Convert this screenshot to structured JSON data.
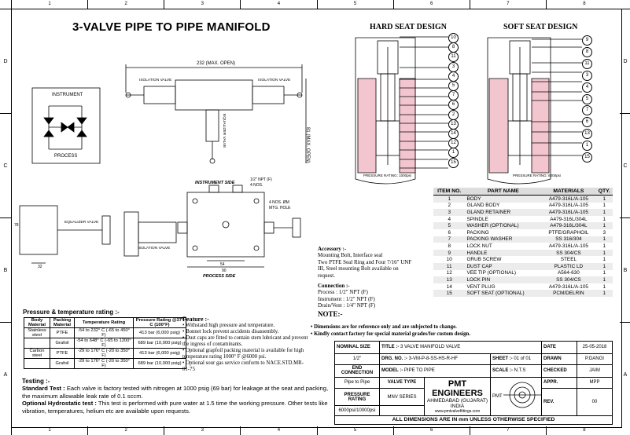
{
  "zones": {
    "columns": [
      "1",
      "2",
      "3",
      "4",
      "5",
      "6",
      "7",
      "8"
    ],
    "rows": [
      "D",
      "C",
      "B",
      "A"
    ]
  },
  "title": "3-VALVE PIPE TO PIPE MANIFOLD",
  "views": {
    "hard_seat": "HARD SEAT DESIGN",
    "soft_seat": "SOFT SEAT DESIGN",
    "hard_rating": "PRESSURE RATING: 1000psi",
    "soft_rating": "PRESSURE RATING: 6000psi",
    "hard_balloons": [
      "10",
      "8",
      "11",
      "3",
      "4",
      "5",
      "7",
      "6",
      "2",
      "13",
      "14",
      "12",
      "1",
      "15"
    ],
    "soft_balloons": [
      "9",
      "8",
      "11",
      "3",
      "4",
      "5",
      "7",
      "6",
      "13",
      "1",
      "15"
    ],
    "instrument": "INSTRUMENT",
    "process": "PROCESS",
    "dim_232": "232 (MAX. OPEN)",
    "dim_81": "81 (MAX. OPEN)",
    "isolation_valve": "ISOLATION VALVE",
    "equalizer_valve": "EQUALIZER VALVE",
    "instrument_side": "INSTRUMENT SIDE",
    "process_side": "PROCESS SIDE",
    "npt_note": "1/2\" NPT (F)",
    "npt_holes": "4 NOS.",
    "mtg_note": "4 NOS. ØM",
    "mtg_hole": "MTG. HOLE",
    "dim_78": "78",
    "dim_32": "32",
    "dim_54": "54",
    "dim_90": "90"
  },
  "accessory": {
    "heading": "Accessory :-",
    "lines": [
      "Mounting Bolt, Interface seal",
      "Two PTFE Seal Ring and Four 7/16\" UNF",
      "III, Steel mounting Bolt available on",
      "request."
    ]
  },
  "connection": {
    "heading": "Connection :-",
    "lines": [
      "Process : 1/2\" NPT (F)",
      "Instrument : 1/2\" NPT (F)",
      "Drain/Vent : 1/4\" NPT (F)"
    ]
  },
  "note": {
    "heading": "NOTE:-",
    "lines": [
      "Dimensions are for reference only and are subjected to change.",
      "Kindly contact factory for special material grades/for custom design."
    ]
  },
  "parts": {
    "headers": [
      "ITEM NO.",
      "PART NAME",
      "MATERIALS",
      "QTY."
    ],
    "rows": [
      [
        "1",
        "BODY",
        "A479-316L/A-105",
        "1"
      ],
      [
        "2",
        "GLAND BODY",
        "A479-316L/A-105",
        "1"
      ],
      [
        "3",
        "GLAND RETAINER",
        "A479-316L/A-105",
        "1"
      ],
      [
        "4",
        "SPINDLE",
        "A479-316L/304L",
        "1"
      ],
      [
        "5",
        "WASHER (OPTIONAL)",
        "A479-316L/304L",
        "1"
      ],
      [
        "6",
        "PACKING",
        "PTFE/GRAPHOIL",
        "3"
      ],
      [
        "7",
        "PACKING WASHER",
        "SS 316/304",
        "1"
      ],
      [
        "8",
        "LOCK NUT",
        "A479-316L/A-105",
        "1"
      ],
      [
        "9",
        "HANDLE",
        "SS 304/CS",
        "1"
      ],
      [
        "10",
        "GRUB SCREW",
        "STEEL",
        "1"
      ],
      [
        "11",
        "DUST CAP",
        "PLASTIC LD",
        "1"
      ],
      [
        "12",
        "VEE TIP (OPTIONAL)",
        "A564-630",
        "1"
      ],
      [
        "13",
        "LOCK PIN",
        "SS 304/CS",
        "1"
      ],
      [
        "14",
        "VENT PLUG",
        "A479-316L/A-105",
        "1"
      ],
      [
        "15",
        "SOFT SEAT (OPTIONAL)",
        "PCM/DELRIN",
        "1"
      ]
    ]
  },
  "pressure": {
    "heading": "Pressure & temperature rating :-",
    "headers": [
      "Body Material",
      "Packing Material",
      "Temperature Rating",
      "Pressure Rating @37° C (100°F)"
    ],
    "rows": [
      [
        "Stainless steel",
        "PTFE",
        "-54 to 232° C (-65 to 450° F)",
        "413 bar (6,000 psig)"
      ],
      [
        "",
        "Grafoil",
        "-54 to 648° C (-65 to 1200° F)",
        "689 bar (10,000 psig)"
      ],
      [
        "Carbon steel",
        "PTFE",
        "-29 to 176° C (-20 to 350° F)",
        "413 bar (6,000 psig)"
      ],
      [
        "",
        "Grafoil",
        "-29 to 176° C (-20 to 350° F)",
        "689 bar (10,000 psig)"
      ]
    ]
  },
  "feature": {
    "heading": "Feature :-",
    "items": [
      "Withstand high pressure and temperature.",
      "Bonnet lock prevent accidents disassembly.",
      "Dust caps are fitted to contain stem lubricant and prevent the ingress of contaminants.",
      "Optional grapfoil packing material is available for high temperature rating 1000° F @6000 psi.",
      "Optional sour gas service conform to NACE.STD.MR-01-75"
    ]
  },
  "testing": {
    "heading": "Testing :-",
    "standard_label": "Standard Test :",
    "standard_text": "Each valve is factory tested with nitrogen at 1000 psig (69 bar) for leakage at the seat and packing, the maximum allowable leak rate of 0.1 sccm.",
    "hydro_label": "Optional Hydrostatic test :",
    "hydro_text": "This test is performed with pure water at 1.5 time the working pressure. Other tests like vibration, temperatures, helium etc are available upon requests."
  },
  "title_block": {
    "nominal_size_label": "NOMINAL SIZE",
    "nominal_size": "1/2\"",
    "title_label": "TITLE :-",
    "title": "3 VALVE MANIFOLD VALVE",
    "date_label": "DATE",
    "date": "25-05-2018",
    "drg_label": "DRG. NO. :-",
    "drg_no": "3-VM-P-8-SS-HS-R-HF",
    "sheet_label": "SHEET :-",
    "sheet": "01 of 01",
    "drawn_label": "DRAWN",
    "drawn": "P.DANGI",
    "end_conn_label": "END CONNECTION",
    "end_conn": "Pipe to Pipe",
    "model_label": "MODEL :-",
    "model": "PIPE TO PIPE",
    "scale_label": "SCALE :-",
    "scale": "N.T.S",
    "checked_label": "CHECKED",
    "checked": "JAIM",
    "valve_type_label": "VALVE TYPE",
    "valve_type": "MNV SERIES",
    "appr_label": "APPR.",
    "appr": "MPP",
    "pressure_label": "PRESSURE RATING",
    "pressure": "6000psi/10000psi",
    "rev_label": "REV.",
    "rev": "00",
    "company": "PMT ENGINEERS",
    "city": "AHMEDABAD (GUJARAT) INDIA",
    "web": "www.pmtvalvefittings.com",
    "logo_text": "PMT",
    "dims_note": "ALL DIMENSIONS ARE IN mm UNLESS OTHERWISE SPECIFIED"
  }
}
